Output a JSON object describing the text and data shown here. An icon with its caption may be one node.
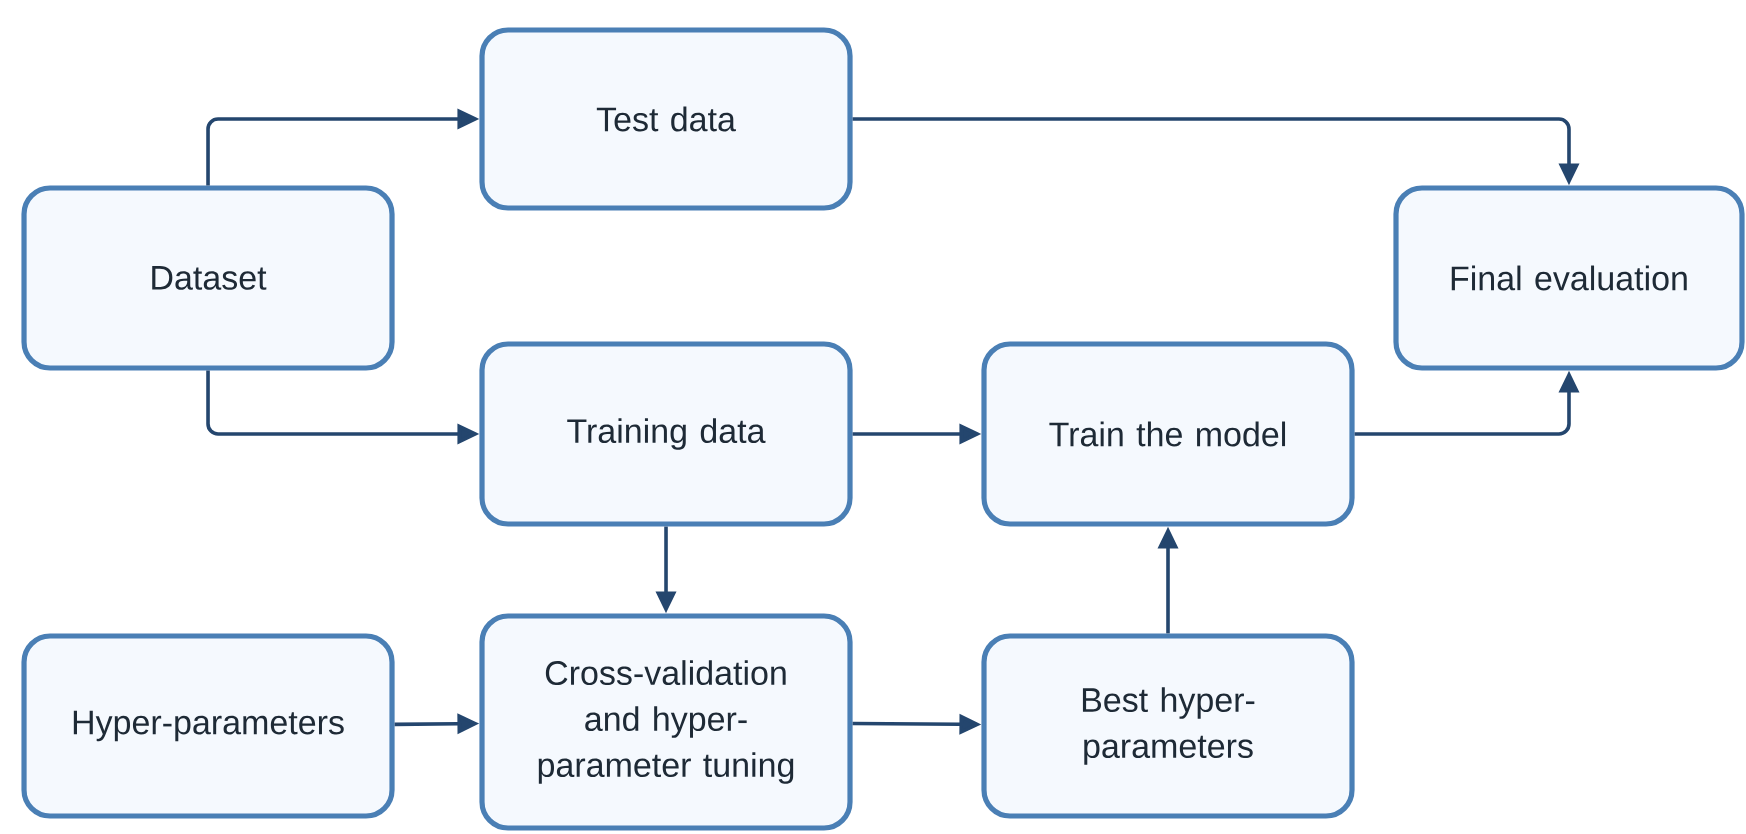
{
  "diagram": {
    "nodes": [
      {
        "text": [
          "Dataset"
        ]
      },
      {
        "text": [
          "Test data"
        ]
      },
      {
        "text": [
          "Final evaluation"
        ]
      },
      {
        "text": [
          "Training data"
        ]
      },
      {
        "text": [
          "Train the model"
        ]
      },
      {
        "text": [
          "Hyper-parameters"
        ]
      },
      {
        "text": [
          "Cross-validation and hyper-parameter tuning"
        ]
      },
      {
        "text": [
          "Best hyper-parameters"
        ]
      }
    ],
    "edges": [
      {
        "from": 0,
        "to": 1,
        "arrow": "to"
      },
      {
        "from": 0,
        "to": 3,
        "arrow": "to"
      },
      {
        "from": 1,
        "to": 2,
        "arrow": "to"
      },
      {
        "from": 3,
        "to": 4,
        "arrow": "to"
      },
      {
        "from": 4,
        "to": 2,
        "arrow": "to"
      },
      {
        "from": 3,
        "to": 6,
        "arrow": "to"
      },
      {
        "from": 5,
        "to": 6,
        "arrow": "to"
      },
      {
        "from": 6,
        "to": 7,
        "arrow": "to"
      },
      {
        "from": 7,
        "to": 4,
        "arrow": "to"
      }
    ]
  }
}
